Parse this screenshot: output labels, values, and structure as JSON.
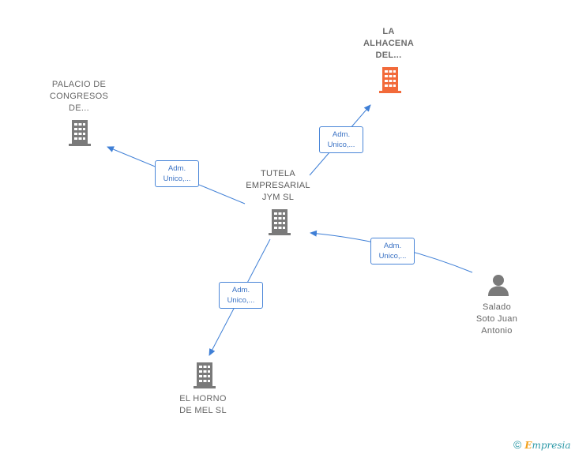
{
  "nodes": {
    "center": {
      "lines": [
        "TUTELA",
        "EMPRESARIAL",
        "JYM  SL"
      ],
      "icon": "building-icon",
      "color": "#7a7a7a"
    },
    "alhacena": {
      "lines": [
        "LA",
        "ALHACENA",
        "DEL..."
      ],
      "icon": "building-icon",
      "color": "#f26a3a"
    },
    "palacio": {
      "lines": [
        "PALACIO DE",
        "CONGRESOS",
        "DE..."
      ],
      "icon": "building-icon",
      "color": "#7a7a7a"
    },
    "horno": {
      "lines": [
        "EL HORNO",
        "DE MEL  SL"
      ],
      "icon": "building-icon",
      "color": "#7a7a7a"
    },
    "person": {
      "lines": [
        "Salado",
        "Soto Juan",
        "Antonio"
      ],
      "icon": "person-icon",
      "color": "#7a7a7a"
    }
  },
  "edges": [
    {
      "id": "center-alhacena",
      "lines": [
        "Adm.",
        "Unico,..."
      ]
    },
    {
      "id": "center-palacio",
      "lines": [
        "Adm.",
        "Unico,..."
      ]
    },
    {
      "id": "person-center",
      "lines": [
        "Adm.",
        "Unico,..."
      ]
    },
    {
      "id": "center-horno",
      "lines": [
        "Adm.",
        "Unico,..."
      ]
    }
  ],
  "edge_color": "#3f7fd6",
  "footer": {
    "copyright_symbol": "©",
    "brand_first": "E",
    "brand_rest": "mpresia"
  }
}
